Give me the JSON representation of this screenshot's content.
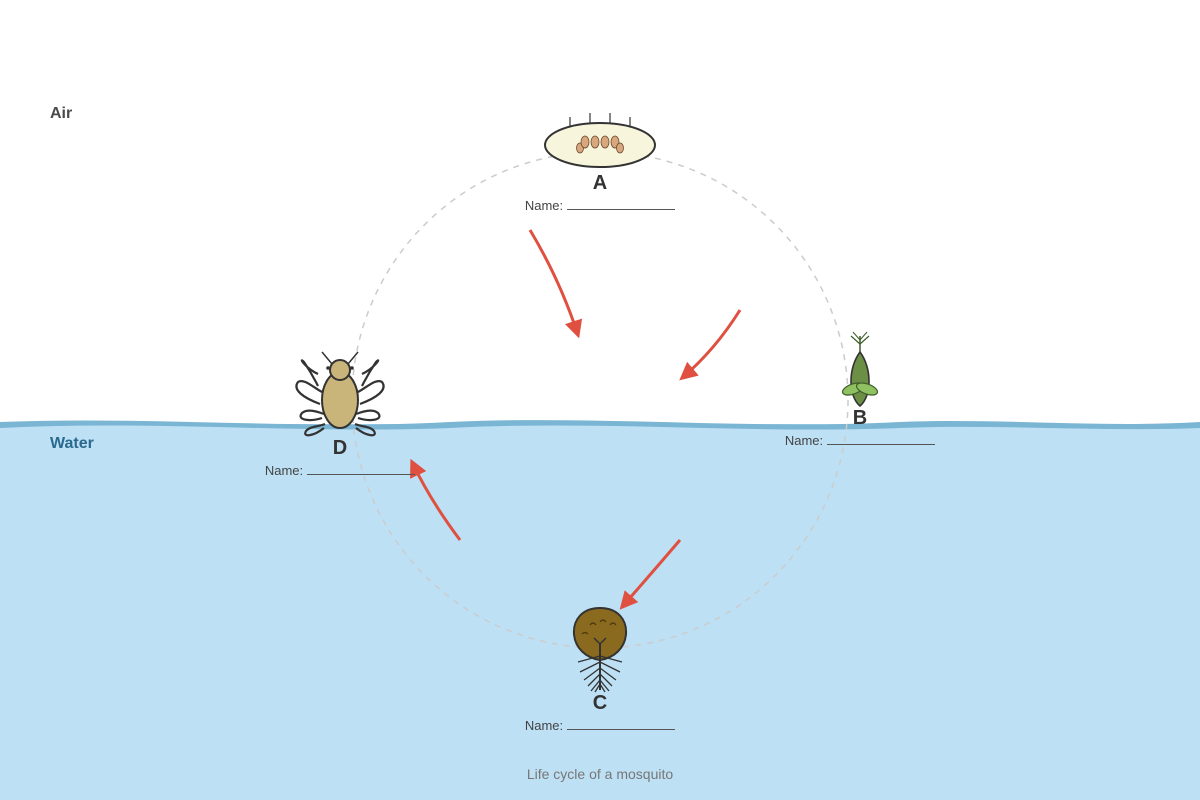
{
  "zones": {
    "air_label": "Air",
    "water_label": "Water"
  },
  "stages": [
    {
      "letter": "A",
      "name_label": "Name:",
      "icon": "egg-raft-icon"
    },
    {
      "letter": "B",
      "name_label": "Name:",
      "icon": "pupa-icon"
    },
    {
      "letter": "C",
      "name_label": "Name:",
      "icon": "larva-icon"
    },
    {
      "letter": "D",
      "name_label": "Name:",
      "icon": "adult-mosquito-icon"
    }
  ],
  "caption": "Life cycle of a mosquito",
  "colors": {
    "water": "#bde0f5",
    "water_surface": "#7ab5d4",
    "arrow": "#e05040",
    "cycle_guide": "#cccccc",
    "egg_raft_fill": "#f7f5dc",
    "pupa_fill": "#6b8f45",
    "larva_fill": "#8a6a1e",
    "adult_fill": "#c9b57a"
  }
}
